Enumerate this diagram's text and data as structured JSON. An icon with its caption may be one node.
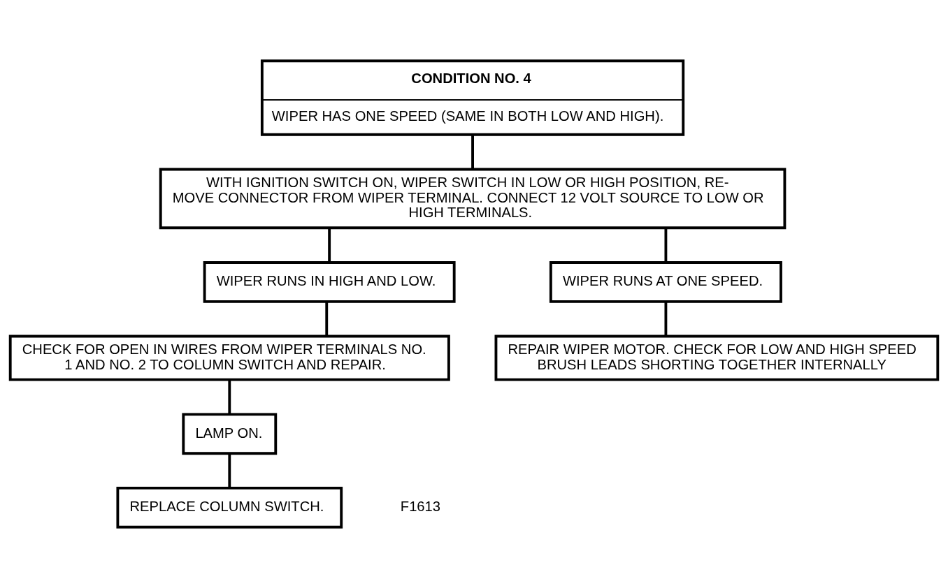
{
  "diagram": {
    "nodes": [
      {
        "text": [
          "CONDITION NO. 4",
          "WIPER HAS ONE SPEED (SAME IN BOTH LOW AND HIGH)."
        ]
      },
      {
        "text": [
          "WITH IGNITION SWITCH ON, WIPER SWITCH IN LOW OR HIGH POSITION, RE- MOVE CONNECTOR FROM WIPER TERMINAL. CONNECT 12 VOLT SOURCE TO LOW OR HIGH TERMINALS."
        ]
      },
      {
        "text": [
          "WIPER RUNS IN HIGH AND LOW."
        ]
      },
      {
        "text": [
          "WIPER RUNS AT ONE SPEED."
        ]
      },
      {
        "text": [
          "CHECK FOR OPEN IN WIRES FROM WIPER TERMINALS NO. 1 AND NO. 2 TO COLUMN SWITCH AND REPAIR."
        ]
      },
      {
        "text": [
          "REPAIR WIPER MOTOR. CHECK FOR LOW AND HIGH SPEED BRUSH LEADS SHORTING TOGETHER INTERNALLY"
        ]
      },
      {
        "text": [
          "LAMP ON."
        ]
      },
      {
        "text": [
          "REPLACE COLUMN SWITCH."
        ]
      }
    ],
    "edges": [
      {
        "from": 0,
        "to": 1,
        "arrow": "none"
      },
      {
        "from": 1,
        "to": 2,
        "arrow": "none"
      },
      {
        "from": 1,
        "to": 3,
        "arrow": "none"
      },
      {
        "from": 2,
        "to": 4,
        "arrow": "none"
      },
      {
        "from": 3,
        "to": 5,
        "arrow": "none"
      },
      {
        "from": 4,
        "to": 6,
        "arrow": "none"
      },
      {
        "from": 6,
        "to": 7,
        "arrow": "none"
      }
    ],
    "labels": [
      "F1613"
    ]
  }
}
